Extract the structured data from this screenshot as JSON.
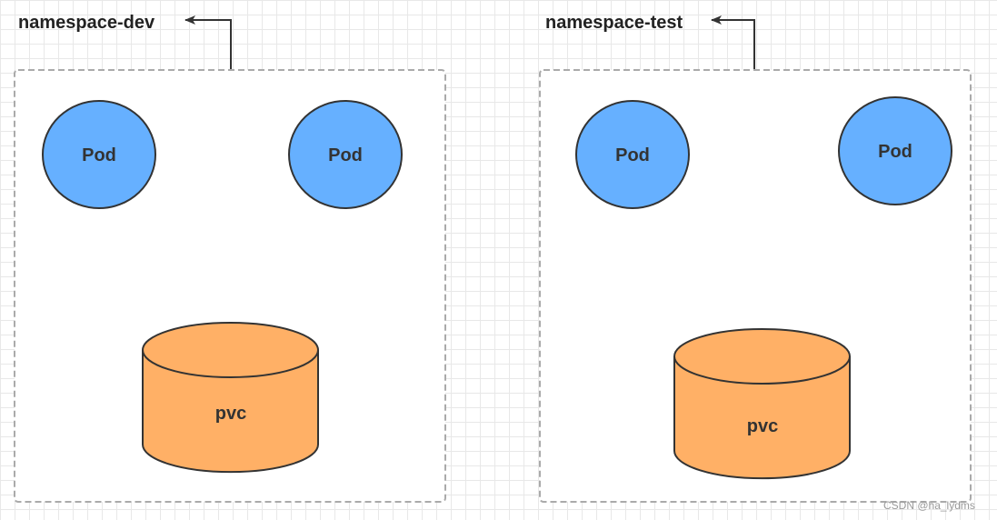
{
  "namespaces": [
    {
      "title": "namespace-dev",
      "pods": [
        "Pod",
        "Pod"
      ],
      "pvc": "pvc"
    },
    {
      "title": "namespace-test",
      "pods": [
        "Pod",
        "Pod"
      ],
      "pvc": "pvc"
    }
  ],
  "watermark": "CSDN @ha_lydms",
  "colors": {
    "pod_fill": "#66B0FF",
    "pvc_fill": "#FFB066",
    "shape_stroke": "#333333",
    "border_dashed": "#aaaaaa",
    "grid": "#e8e8e8"
  }
}
